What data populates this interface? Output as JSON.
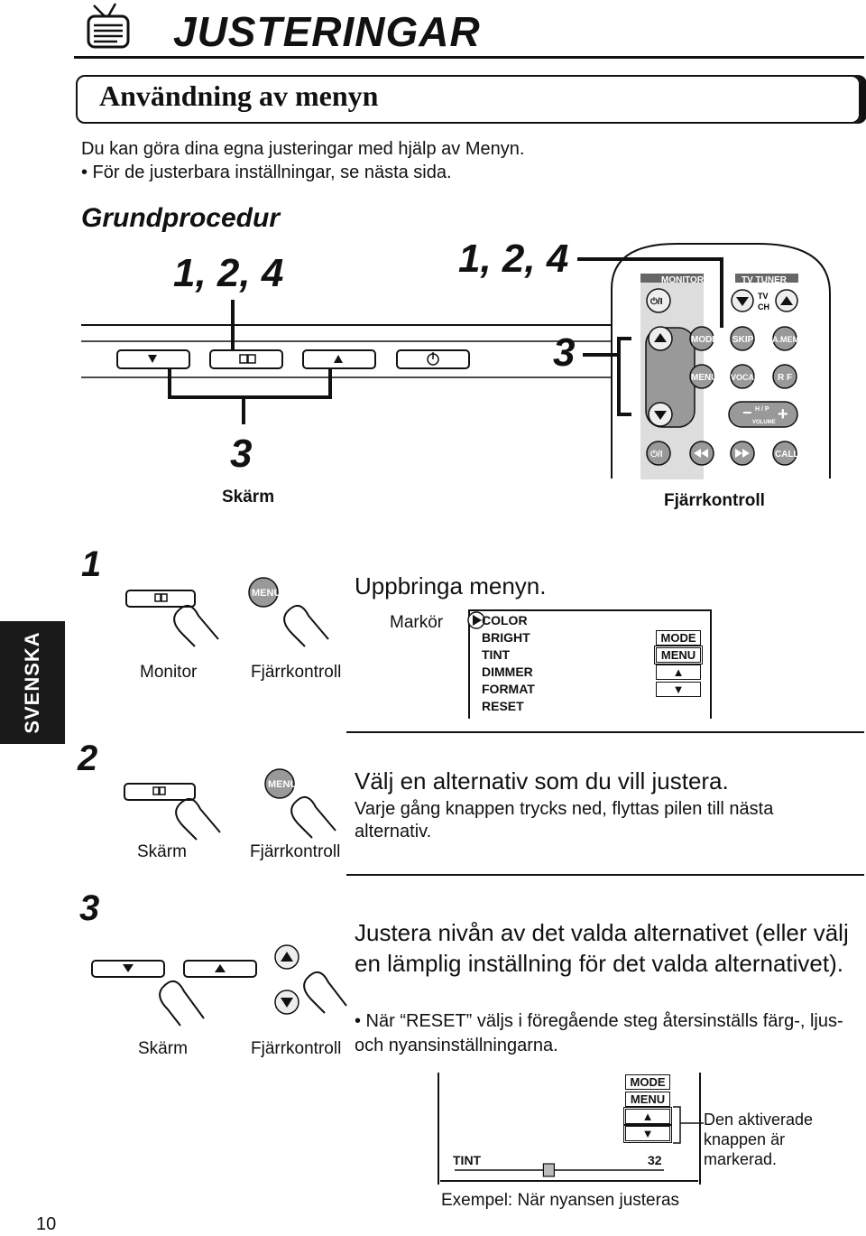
{
  "header": {
    "title": "JUSTERINGAR",
    "subtitle": "Användning av menyn",
    "intro": "Du kan göra dina egna justeringar med hjälp av Menyn.",
    "bullet": "•  För de justerbara inställningar, se nästa sida."
  },
  "section": {
    "title": "Grundprocedur"
  },
  "diagram": {
    "callout_left": "1, 2, 4",
    "callout_right": "1, 2, 4",
    "callout_three_bottom": "3",
    "callout_three_right": "3",
    "label_screen": "Skärm",
    "label_remote": "Fjärrkontroll",
    "remote_keys": {
      "monitor": "MONITOR",
      "tv_tuner": "TV  TUNER",
      "tv": "TV",
      "ch": "CH",
      "mode": "MODE",
      "skip": "SKIP",
      "amemo": "A.MEMO",
      "menu": "MENU",
      "vocal": "VOCAL",
      "rf": "R F",
      "hp": "H / P",
      "volume": "VOLUME",
      "call": "CALL",
      "power": "⏻/I"
    }
  },
  "side_tab": "SVENSKA",
  "step1": {
    "number": "1",
    "label_monitor": "Monitor",
    "label_remote": "Fjärrkontroll",
    "menu_btn": "MENU",
    "heading": "Uppbringa menyn.",
    "cursor_label": "Markör",
    "menu_items": [
      "COLOR",
      "BRIGHT",
      "TINT",
      "DIMMER",
      "FORMAT",
      "RESET"
    ],
    "keys": [
      "MODE",
      "MENU",
      "▲",
      "▼"
    ]
  },
  "step2": {
    "number": "2",
    "label_screen": "Skärm",
    "label_remote": "Fjärrkontroll",
    "menu_btn": "MENU",
    "heading": "Välj en alternativ som du vill justera.",
    "text": "Varje gång knappen trycks ned, flyttas pilen till nästa alternativ."
  },
  "step3": {
    "number": "3",
    "label_screen": "Skärm",
    "label_remote": "Fjärrkontroll",
    "heading": "Justera nivån av det valda alternativet (eller välj en lämplig inställning för det valda alternativet).",
    "bullet": "•  När “RESET” väljs i föregående steg återsinställs färg-, ljus- och nyansinställningarna."
  },
  "example": {
    "item": "TINT",
    "value": "32",
    "level_fraction": 0.45,
    "keys": [
      "MODE",
      "MENU",
      "▲",
      "▼"
    ],
    "note": "Den aktiverade knappen är markerad.",
    "caption": "Exempel: När nyansen justeras"
  },
  "page_number": "10"
}
